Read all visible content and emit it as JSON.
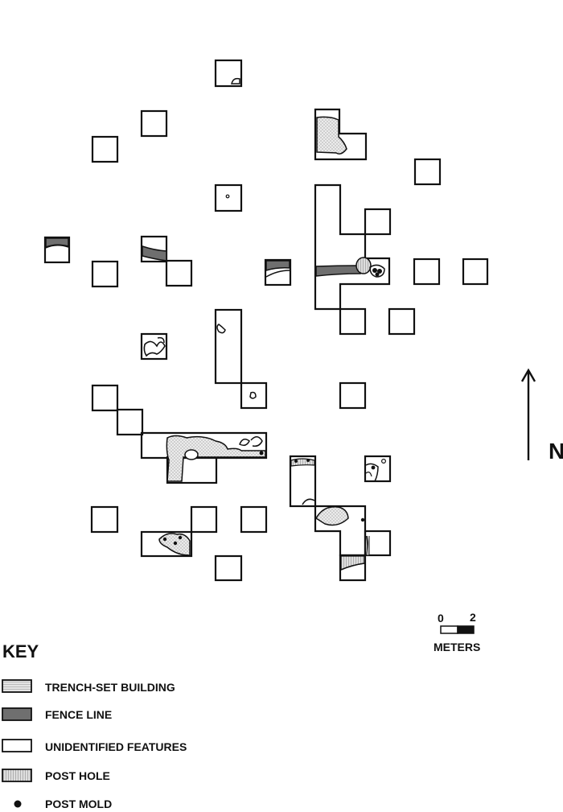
{
  "north": {
    "label": "N"
  },
  "scale": {
    "min_label": "0",
    "max_label": "2",
    "unit_label": "METERS"
  },
  "key": {
    "title": "KEY",
    "items": [
      {
        "id": "trench",
        "label": "TRENCH-SET BUILDING"
      },
      {
        "id": "fence",
        "label": "FENCE LINE"
      },
      {
        "id": "unidentified",
        "label": "UNIDENTIFIED FEATURES"
      },
      {
        "id": "posthole",
        "label": "POST HOLE"
      },
      {
        "id": "postmold",
        "label": "POST MOLD"
      }
    ]
  },
  "colors": {
    "outline": "#111111",
    "fence": "#6f6f6f",
    "trench_fill": "#dcdcdc",
    "posthole_fill": "#d2d2d2"
  }
}
